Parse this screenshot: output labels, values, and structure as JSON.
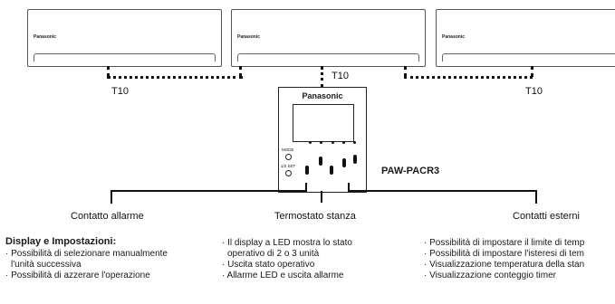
{
  "units": [
    {
      "brand": "Panasonic"
    },
    {
      "brand": "Panasonic"
    },
    {
      "brand": "Panasonic"
    }
  ],
  "links": {
    "t10_left": "T10",
    "t10_center": "T10",
    "t10_right": "T10"
  },
  "controller": {
    "brand": "Panasonic",
    "mode_label": "MODE",
    "set_label": "1/2 SET",
    "model": "PAW-PACR3"
  },
  "branches": {
    "left": "Contatto allarme",
    "center": "Termostato stanza",
    "right": "Contatti esterni"
  },
  "section_title": "Display e Impostazioni:",
  "col1": [
    "· Possibilità di selezionare manualmente",
    "  l'unità successiva",
    "· Possibilità di azzerare l'operazione"
  ],
  "col2": [
    "· Il display a LED mostra lo stato",
    "  operativo di 2 o 3 unità",
    "· Uscita stato operativo",
    "· Allarme LED e uscita allarme"
  ],
  "col3": [
    "· Possibilità di impostare il limite di temp",
    "· Possibilità di impostare l'isteresi di tem",
    "· Visualizzazione temperatura della stan",
    "· Visualizzazione conteggio timer"
  ]
}
